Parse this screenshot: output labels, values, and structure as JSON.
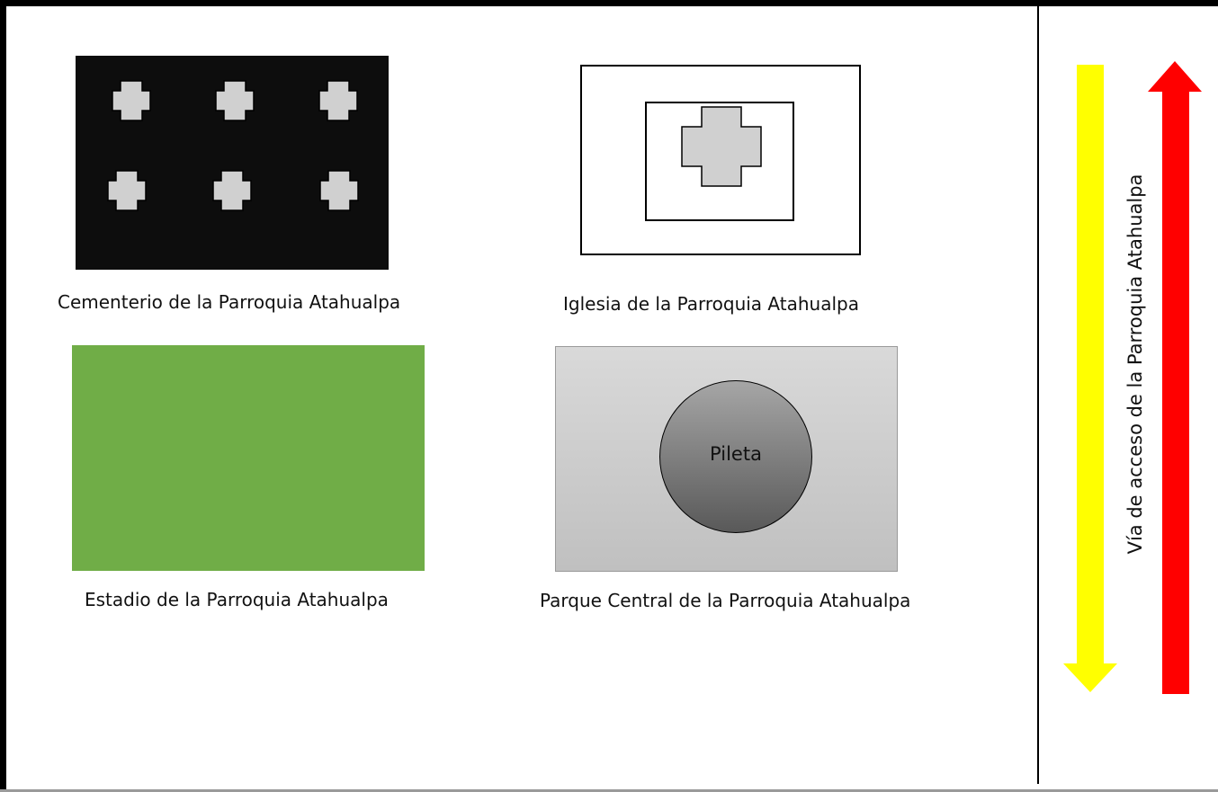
{
  "places": {
    "cemetery_label": "Cementerio de la Parroquia Atahualpa",
    "church_label": "Iglesia de la Parroquia Atahualpa",
    "stadium_label": "Estadio de la Parroquia Atahualpa",
    "park_label": "Parque Central de la Parroquia Atahualpa",
    "fountain_label": "Pileta"
  },
  "road": {
    "label": "Vía de acceso de la Parroquia Atahualpa"
  },
  "colors": {
    "stadium": "#70ad47",
    "cross_fill": "#d0d0d0",
    "arrow_down": "#ffff00",
    "arrow_up": "#ff0000",
    "cemetery_bg": "#0d0d0d"
  },
  "icons": {
    "cemetery_cross_count": 6,
    "church_cross": "cross-icon"
  }
}
